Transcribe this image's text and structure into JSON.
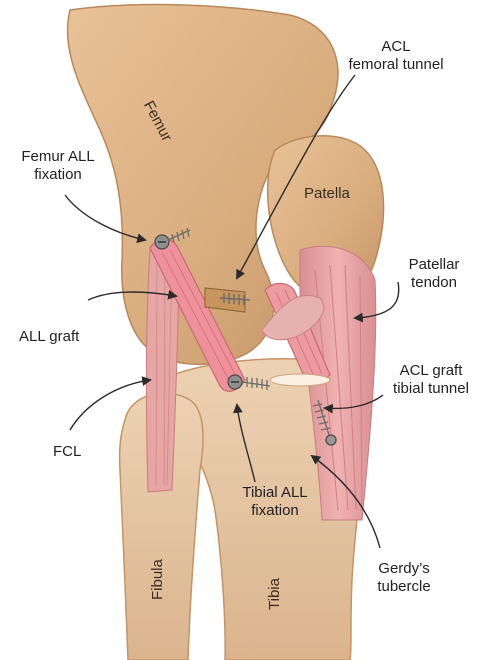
{
  "labels": {
    "acl_femoral_line1": "ACL",
    "acl_femoral_line2": "femoral tunnel",
    "femur_all_line1": "Femur ALL",
    "femur_all_line2": "fixation",
    "patellar_tendon_line1": "Patellar",
    "patellar_tendon_line2": "tendon",
    "all_graft": "ALL graft",
    "acl_graft_line1": "ACL graft",
    "acl_graft_line2": "tibial tunnel",
    "fcl": "FCL",
    "tibial_all_line1": "Tibial ALL",
    "tibial_all_line2": "fixation",
    "gerdys_line1": "Gerdy’s",
    "gerdys_line2": "tubercle",
    "femur": "Femur",
    "patella": "Patella",
    "fibula": "Fibula",
    "tibia": "Tibia"
  },
  "colors": {
    "bone": "#d9ad7e",
    "bone_shadow": "#b9885a",
    "ligament": "#e8a3a3",
    "ligament_dark": "#c97b80",
    "graft": "#ef8f98",
    "screw": "#7c7c7c",
    "arrow": "#2b2b2b"
  }
}
